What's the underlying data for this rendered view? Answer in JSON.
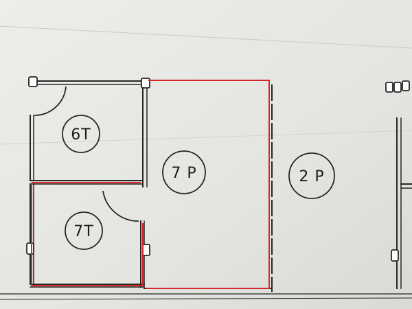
{
  "rooms": [
    {
      "id": "6t",
      "label": "6T"
    },
    {
      "id": "7t",
      "label": "7T"
    },
    {
      "id": "7p",
      "label": "7 P"
    },
    {
      "id": "2p",
      "label": "2 P"
    }
  ],
  "colors": {
    "paper": "#e6e7e3",
    "wall": "#262626",
    "highlight": "#d42a2a"
  }
}
